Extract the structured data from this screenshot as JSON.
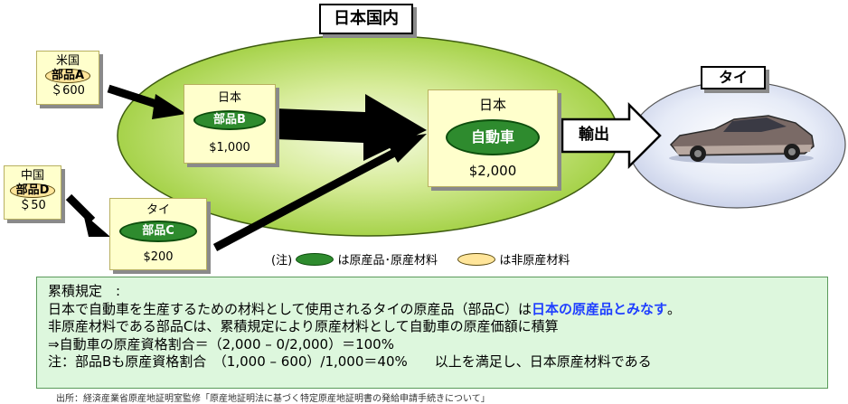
{
  "regions": {
    "japan_domestic": "日本国内",
    "thailand": "タイ"
  },
  "cards": {
    "us": {
      "country": "米国",
      "part": "部品A",
      "price": "＄600"
    },
    "china": {
      "country": "中国",
      "part": "部品D",
      "price": "＄50"
    },
    "japan_b": {
      "country": "日本",
      "part": "部品B",
      "price": "$1,000"
    },
    "thai_c": {
      "country": "タイ",
      "part": "部品C",
      "price": "$200"
    },
    "japan_car": {
      "country": "日本",
      "part": "自動車",
      "price": "$2,000"
    }
  },
  "export_label": "輸出",
  "legend": {
    "note": "(注)",
    "origin": "は原産品･原産材料",
    "non_origin": "は非原産材料"
  },
  "explanation": {
    "line1": "累積規定　:",
    "line2_prefix": "日本で自動車を生産するための材料として使用されるタイの原産品（部品C）は",
    "line2_highlight": "日本の原産品とみなす",
    "line2_suffix": "。",
    "line3": "非原産材料である部品Cは、累積規定により原産材料として自動車の原産価額に積算",
    "line4": "⇒自動車の原産資格割合＝（2,000 – 0/2,000）＝100%",
    "line5": "注：部品Bも原産資格割合　（1,000 – 600）/1,000＝40%　　以上を満足し、日本原産材料である"
  },
  "source": "出所：経済産業省原産地証明室監修「原産地証明法に基づく特定原産地証明書の発給申請手続きについて」",
  "colors": {
    "origin_green": "#2e8b2e",
    "non_origin_yellow": "#ffe59a",
    "highlight_blue": "#1f3fff",
    "japan_oval": "#b5dc52",
    "thailand_oval": "#dde3f3"
  }
}
